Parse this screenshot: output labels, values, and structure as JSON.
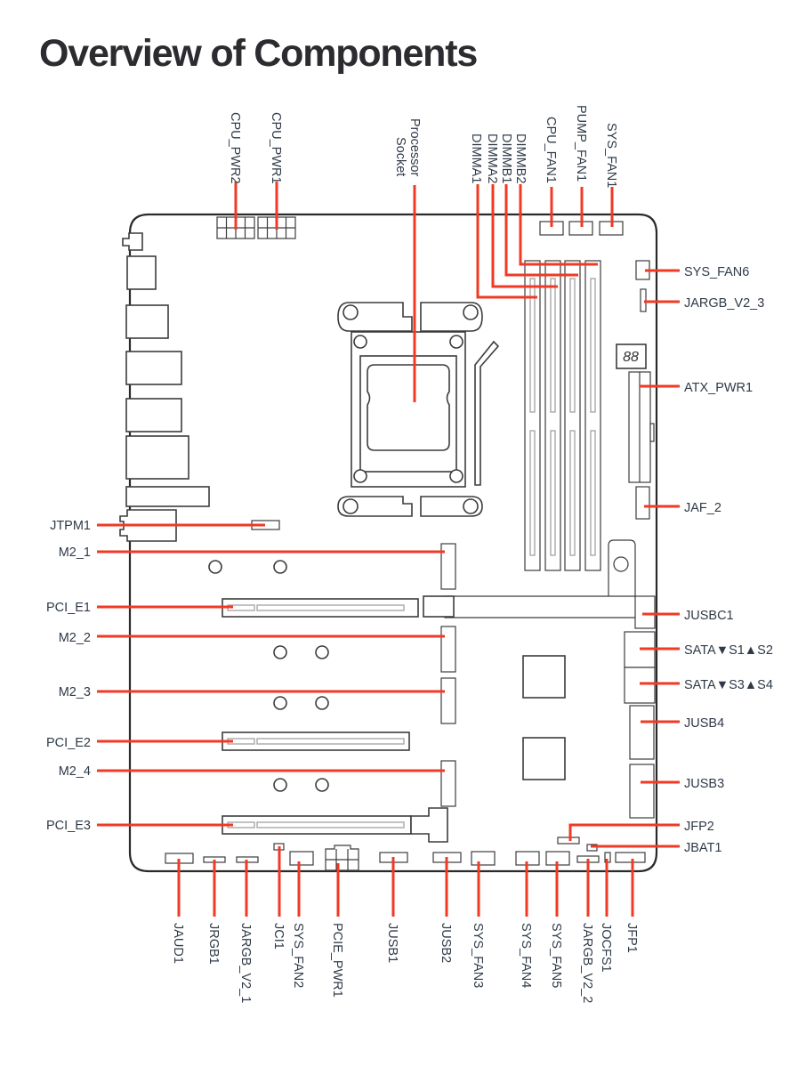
{
  "title": "Overview of Components",
  "colors": {
    "leader": "#f03a24",
    "outline": "#2a2a2a",
    "text": "#2f3a48"
  },
  "labels": {
    "top": [
      {
        "id": "cpu-pwr2",
        "text": "CPU_PWR2"
      },
      {
        "id": "cpu-pwr1",
        "text": "CPU_PWR1"
      },
      {
        "id": "processor-socket",
        "text": "Processor Socket",
        "lines": [
          "Processor",
          "Socket"
        ]
      },
      {
        "id": "dimma1",
        "text": "DIMMA1"
      },
      {
        "id": "dimma2",
        "text": "DIMMA2"
      },
      {
        "id": "dimmb1",
        "text": "DIMMB1"
      },
      {
        "id": "dimmb2",
        "text": "DIMMB2"
      },
      {
        "id": "cpu-fan1",
        "text": "CPU_FAN1"
      },
      {
        "id": "pump-fan1",
        "text": "PUMP_FAN1"
      },
      {
        "id": "sys-fan1",
        "text": "SYS_FAN1"
      }
    ],
    "right": [
      {
        "id": "sys-fan6",
        "text": "SYS_FAN6"
      },
      {
        "id": "jargb-v2-3",
        "text": "JARGB_V2_3"
      },
      {
        "id": "atx-pwr1",
        "text": "ATX_PWR1"
      },
      {
        "id": "jaf-2",
        "text": "JAF_2"
      },
      {
        "id": "jusbc1",
        "text": "JUSBC1"
      },
      {
        "id": "sata-s1-s2",
        "text": "SATA▼S1▲S2"
      },
      {
        "id": "sata-s3-s4",
        "text": "SATA▼S3▲S4"
      },
      {
        "id": "jusb4",
        "text": "JUSB4"
      },
      {
        "id": "jusb3",
        "text": "JUSB3"
      },
      {
        "id": "jfp2",
        "text": "JFP2"
      },
      {
        "id": "jbat1",
        "text": "JBAT1"
      }
    ],
    "left": [
      {
        "id": "jtpm1",
        "text": "JTPM1"
      },
      {
        "id": "m2-1",
        "text": "M2_1"
      },
      {
        "id": "pci-e1",
        "text": "PCI_E1"
      },
      {
        "id": "m2-2",
        "text": "M2_2"
      },
      {
        "id": "m2-3",
        "text": "M2_3"
      },
      {
        "id": "pci-e2",
        "text": "PCI_E2"
      },
      {
        "id": "m2-4",
        "text": "M2_4"
      },
      {
        "id": "pci-e3",
        "text": "PCI_E3"
      }
    ],
    "bottom": [
      {
        "id": "jaud1",
        "text": "JAUD1"
      },
      {
        "id": "jrgb1",
        "text": "JRGB1"
      },
      {
        "id": "jargb-v2-1",
        "text": "JARGB_V2_1"
      },
      {
        "id": "jci1",
        "text": "JCI1"
      },
      {
        "id": "sys-fan2",
        "text": "SYS_FAN2"
      },
      {
        "id": "pcie-pwr1",
        "text": "PCIE_PWR1"
      },
      {
        "id": "jusb1",
        "text": "JUSB1"
      },
      {
        "id": "jusb2",
        "text": "JUSB2"
      },
      {
        "id": "sys-fan3",
        "text": "SYS_FAN3"
      },
      {
        "id": "sys-fan4",
        "text": "SYS_FAN4"
      },
      {
        "id": "sys-fan5",
        "text": "SYS_FAN5"
      },
      {
        "id": "jargb-v2-2",
        "text": "JARGB_V2_2"
      },
      {
        "id": "jocfs1",
        "text": "JOCFS1"
      },
      {
        "id": "jfp1",
        "text": "JFP1"
      }
    ]
  },
  "debug_led": {
    "text": "88"
  }
}
